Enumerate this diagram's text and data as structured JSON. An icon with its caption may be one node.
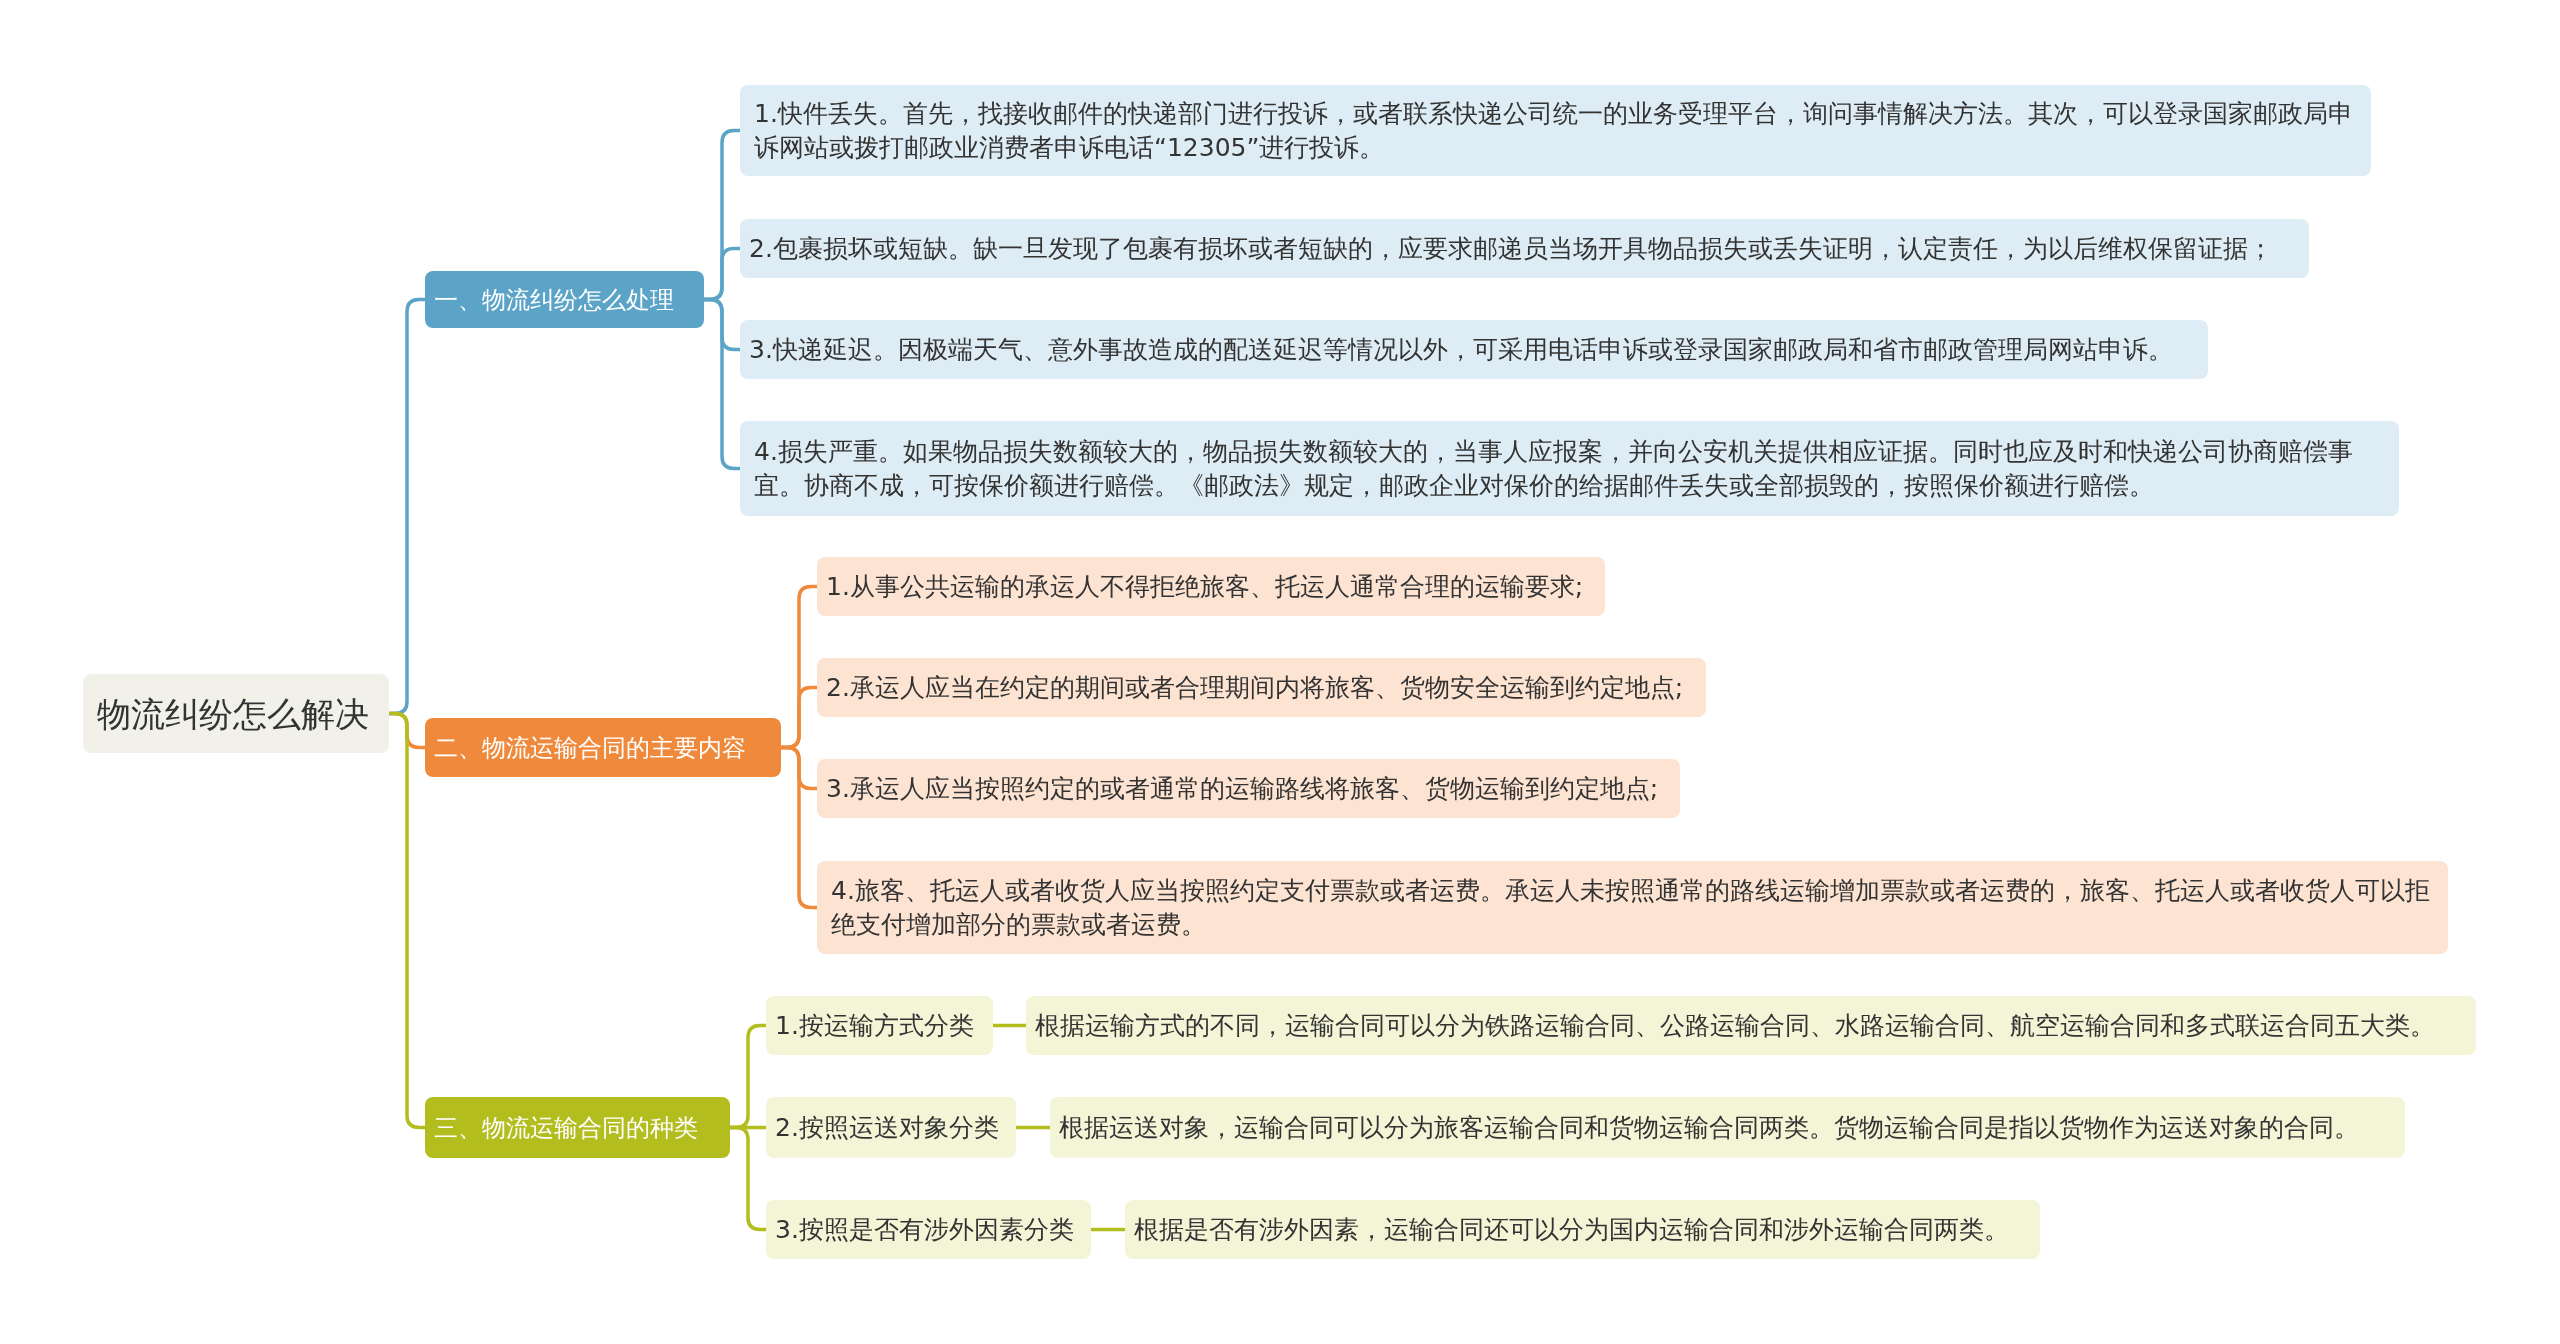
{
  "diagram": {
    "nodes": [
      {
        "text": [
          "物流纠纷怎么解决"
        ]
      },
      {
        "text": [
          "一、物流纠纷怎么处理"
        ]
      },
      {
        "text": [
          "1.快件丢失。首先，找接收邮件的快递部门进行投诉，或者联系快递公司统一的业务受理平台，询问事情解决方法。其次，可以登录国家邮政局申诉网站或拨打邮政业消费者申诉电话“12305”进行投诉。"
        ]
      },
      {
        "text": [
          "2.包裹损坏或短缺。缺一旦发现了包裹有损坏或者短缺的，应要求邮递员当场开具物品损失或丢失证明，认定责任，为以后维权保留证据；"
        ]
      },
      {
        "text": [
          "3.快递延迟。因极端天气、意外事故造成的配送延迟等情况以外，可采用电话申诉或登录国家邮政局和省市邮政管理局网站申诉。"
        ]
      },
      {
        "text": [
          "4.损失严重。如果物品损失数额较大的，物品损失数额较大的，当事人应报案，并向公安机关提供相应证据。同时也应及时和快递公司协商赔偿事宜。协商不成，可按保价额进行赔偿。《邮政法》规定，邮政企业对保价的给据邮件丢失或全部损毁的，按照保价额进行赔偿。"
        ]
      },
      {
        "text": [
          "二、物流运输合同的主要内容"
        ]
      },
      {
        "text": [
          "1.从事公共运输的承运人不得拒绝旅客、托运人通常合理的运输要求;"
        ]
      },
      {
        "text": [
          "2.承运人应当在约定的期间或者合理期间内将旅客、货物安全运输到约定地点;"
        ]
      },
      {
        "text": [
          "3.承运人应当按照约定的或者通常的运输路线将旅客、货物运输到约定地点;"
        ]
      },
      {
        "text": [
          "4.旅客、托运人或者收货人应当按照约定支付票款或者运费。承运人未按照通常的路线运输增加票款或者运费的，旅客、托运人或者收货人可以拒绝支付增加部分的票款或者运费。"
        ]
      },
      {
        "text": [
          "三、物流运输合同的种类"
        ]
      },
      {
        "text": [
          "1.按运输方式分类"
        ]
      },
      {
        "text": [
          "根据运输方式的不同，运输合同可以分为铁路运输合同、公路运输合同、水路运输合同、航空运输合同和多式联运合同五大类。"
        ]
      },
      {
        "text": [
          "2.按照运送对象分类"
        ]
      },
      {
        "text": [
          "根据运送对象，运输合同可以分为旅客运输合同和货物运输合同两类。货物运输合同是指以货物作为运送对象的合同。"
        ]
      },
      {
        "text": [
          "3.按照是否有涉外因素分类"
        ]
      },
      {
        "text": [
          "根据是否有涉外因素，运输合同还可以分为国内运输合同和涉外运输合同两类。"
        ]
      }
    ],
    "edges": [
      {
        "from": 0,
        "to": 1,
        "arrow": "none",
        "color": "#5ba4c7"
      },
      {
        "from": 0,
        "to": 6,
        "arrow": "none",
        "color": "#ef8a3c"
      },
      {
        "from": 0,
        "to": 11,
        "arrow": "none",
        "color": "#b3bd1e"
      },
      {
        "from": 1,
        "to": 2,
        "arrow": "none",
        "color": "#5ba4c7"
      },
      {
        "from": 1,
        "to": 3,
        "arrow": "none",
        "color": "#5ba4c7"
      },
      {
        "from": 1,
        "to": 4,
        "arrow": "none",
        "color": "#5ba4c7"
      },
      {
        "from": 1,
        "to": 5,
        "arrow": "none",
        "color": "#5ba4c7"
      },
      {
        "from": 6,
        "to": 7,
        "arrow": "none",
        "color": "#ef8a3c"
      },
      {
        "from": 6,
        "to": 8,
        "arrow": "none",
        "color": "#ef8a3c"
      },
      {
        "from": 6,
        "to": 9,
        "arrow": "none",
        "color": "#ef8a3c"
      },
      {
        "from": 6,
        "to": 10,
        "arrow": "none",
        "color": "#ef8a3c"
      },
      {
        "from": 11,
        "to": 12,
        "arrow": "none",
        "color": "#b3bd1e"
      },
      {
        "from": 11,
        "to": 14,
        "arrow": "none",
        "color": "#b3bd1e"
      },
      {
        "from": 11,
        "to": 16,
        "arrow": "none",
        "color": "#b3bd1e"
      },
      {
        "from": 12,
        "to": 13,
        "arrow": "none",
        "color": "#b3bd1e"
      },
      {
        "from": 14,
        "to": 15,
        "arrow": "none",
        "color": "#b3bd1e"
      },
      {
        "from": 16,
        "to": 17,
        "arrow": "none",
        "color": "#b3bd1e"
      }
    ]
  }
}
